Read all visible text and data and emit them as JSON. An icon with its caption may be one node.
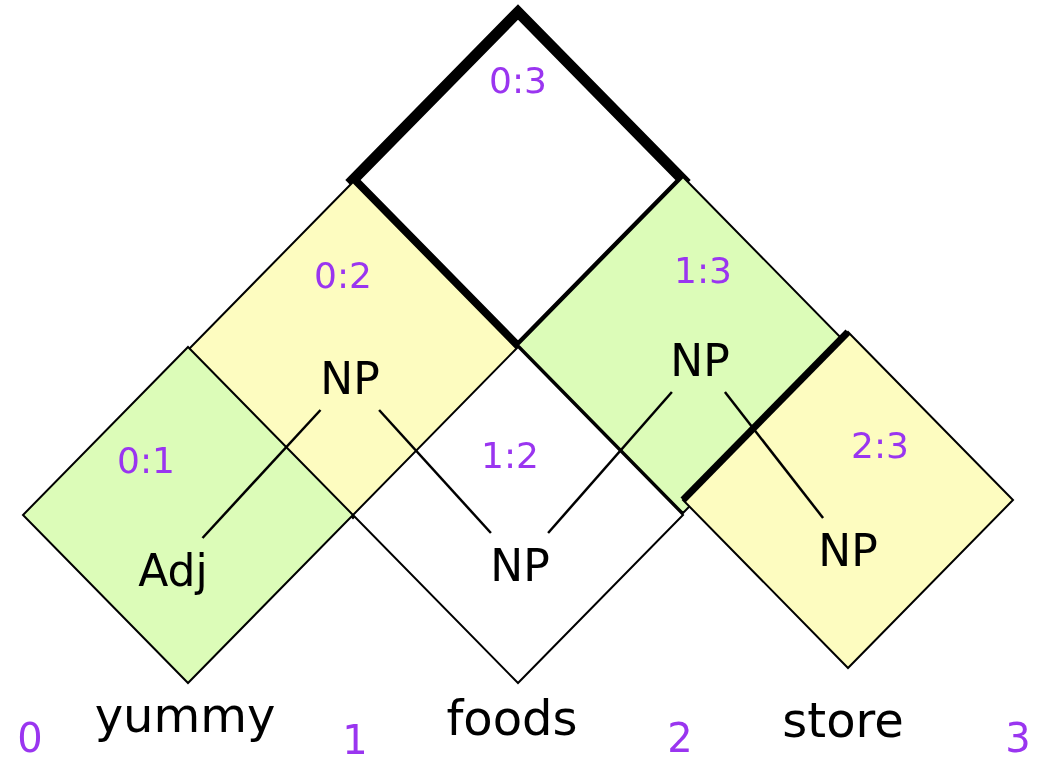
{
  "diagram": {
    "nodes": [
      {
        "text": [
          "0:3"
        ]
      },
      {
        "text": [
          "0:2"
        ]
      },
      {
        "text": [
          "NP"
        ],
        "in": 1
      },
      {
        "text": [
          "1:3"
        ]
      },
      {
        "text": [
          "NP"
        ],
        "in": 3
      },
      {
        "text": [
          "0:1"
        ]
      },
      {
        "text": [
          "Adj"
        ],
        "in": 5
      },
      {
        "text": [
          "1:2"
        ]
      },
      {
        "text": [
          "NP"
        ],
        "in": 7
      },
      {
        "text": [
          "2:3"
        ]
      },
      {
        "text": [
          "NP"
        ],
        "in": 9
      }
    ],
    "edges": [
      {
        "from": 2,
        "to": 6,
        "arrow": "none"
      },
      {
        "from": 2,
        "to": 8,
        "arrow": "none"
      },
      {
        "from": 4,
        "to": 8,
        "arrow": "none"
      },
      {
        "from": 4,
        "to": 10,
        "arrow": "none"
      }
    ],
    "labels": [
      "0",
      "yummy",
      "1",
      "foods",
      "2",
      "store",
      "3"
    ]
  }
}
